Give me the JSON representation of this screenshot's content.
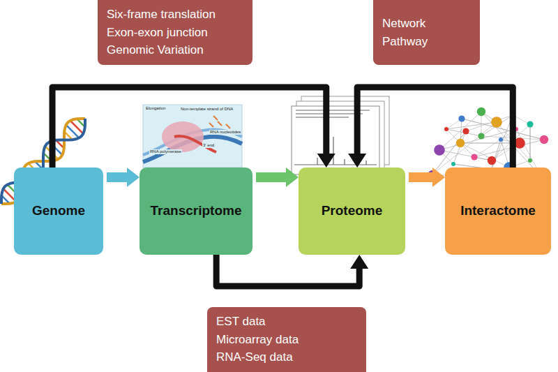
{
  "diagram": {
    "nodes": [
      {
        "text": [
          "Six-frame translation",
          "Exon-exon junction",
          "Genomic Variation"
        ]
      },
      {
        "text": [
          "Network",
          "Pathway"
        ]
      },
      {
        "text": [
          "Genome"
        ]
      },
      {
        "text": [
          "Transcriptome"
        ]
      },
      {
        "text": [
          "Proteome"
        ]
      },
      {
        "text": [
          "Interactome"
        ]
      },
      {
        "text": [
          "EST data",
          "Microarray data",
          "RNA-Seq data"
        ]
      }
    ],
    "edges": [
      {
        "from": 2,
        "to": 3,
        "arrow": "to"
      },
      {
        "from": 3,
        "to": 4,
        "arrow": "to"
      },
      {
        "from": 4,
        "to": 5,
        "arrow": "to"
      },
      {
        "from": 2,
        "to": 4,
        "arrow": "to"
      },
      {
        "from": 5,
        "to": 4,
        "arrow": "to"
      },
      {
        "from": 3,
        "to": 4,
        "arrow": "to"
      }
    ],
    "labels": [
      "Elongation",
      "Non-template strand of DNA",
      "RNA nucleotides",
      "RNA polymerase",
      "3' end"
    ]
  }
}
